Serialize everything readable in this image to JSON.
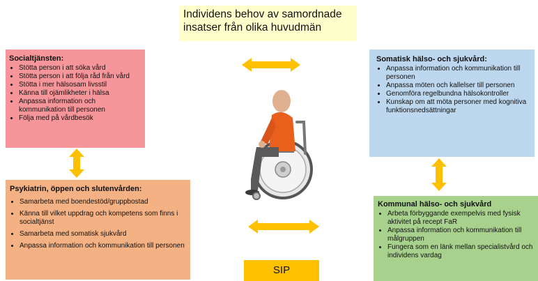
{
  "title": "Individens behov av samordnade insatser från olika huvudmän",
  "title_lines": [
    "Individens behov av samordnade",
    "insatser från olika huvudmän"
  ],
  "colors": {
    "social": "#f7969a",
    "somatic": "#bdd7ee",
    "psych": "#f4b183",
    "kommunal": "#a9d18e",
    "title_bg": "#ffffcc",
    "arrow": "#ffc000"
  },
  "social": {
    "heading": "Socialtjänsten:",
    "items": [
      "Stötta person i att söka vård",
      "Stötta person i att följa råd från vård",
      "Stötta i mer hälsosam livsstil",
      "Känna till ojämlikheter i hälsa",
      "Anpassa information och kommunikation till personen",
      "Följa med på vårdbesök"
    ]
  },
  "somatic": {
    "heading": "Somatisk hälso- och sjukvård:",
    "items": [
      "Anpassa information och kommunikation till personen",
      "Anpassa möten och kallelser till personen",
      "Genomföra regelbundna hälsokontroller",
      "Kunskap om att möta personer med kognitiva funktionsnedsättningar"
    ]
  },
  "psych": {
    "heading": "Psykiatrin,  öppen och slutenvården:",
    "items": [
      "Samarbeta med boendestöd/gruppbostad",
      "Känna till vilket uppdrag och kompetens som finns i socialtjänst",
      "Samarbeta med somatisk sjukvård",
      "Anpassa information och kommunikation till personen"
    ]
  },
  "kommunal": {
    "heading": "Kommunal hälso- och sjukvård",
    "items": [
      "Arbeta förbyggande exempelvis med fysisk aktivitet på recept  FaR",
      "Anpassa information och kommunikation till målgruppen",
      "Fungera som en länk mellan specialistvård och individens vardag"
    ]
  },
  "sip": "SIP",
  "figure_icon": "wheelchair-user-icon"
}
